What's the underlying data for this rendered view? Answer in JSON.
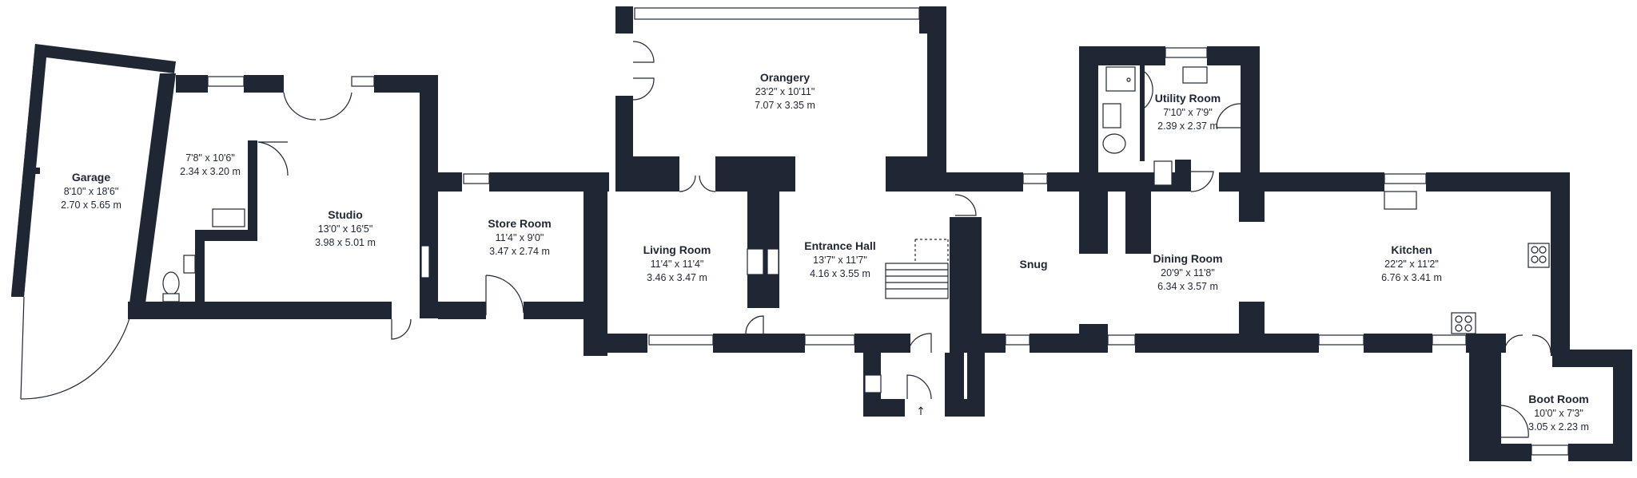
{
  "floorplan": {
    "rooms": {
      "garage": {
        "name": "Garage",
        "imperial": "8'10\" x 18'6\"",
        "metric": "2.70 x 5.65 m"
      },
      "bedroom_small": {
        "name": "",
        "imperial": "7'8\" x 10'6\"",
        "metric": "2.34 x 3.20 m"
      },
      "studio": {
        "name": "Studio",
        "imperial": "13'0\" x 16'5\"",
        "metric": "3.98 x 5.01 m"
      },
      "store_room": {
        "name": "Store Room",
        "imperial": "11'4\" x 9'0\"",
        "metric": "3.47 x 2.74 m"
      },
      "orangery": {
        "name": "Orangery",
        "imperial": "23'2\" x 10'11\"",
        "metric": "7.07 x 3.35 m"
      },
      "living_room": {
        "name": "Living Room",
        "imperial": "11'4\" x 11'4\"",
        "metric": "3.46 x 3.47 m"
      },
      "entrance_hall": {
        "name": "Entrance Hall",
        "imperial": "13'7\" x 11'7\"",
        "metric": "4.16 x 3.55 m"
      },
      "snug": {
        "name": "Snug",
        "imperial": "",
        "metric": ""
      },
      "utility_room": {
        "name": "Utility Room",
        "imperial": "7'10\" x 7'9\"",
        "metric": "2.39 x 2.37 m"
      },
      "dining_room": {
        "name": "Dining Room",
        "imperial": "20'9\" x 11'8\"",
        "metric": "6.34 x 3.57 m"
      },
      "kitchen": {
        "name": "Kitchen",
        "imperial": "22'2\" x 11'2\"",
        "metric": "6.76 x 3.41 m"
      },
      "boot_room": {
        "name": "Boot Room",
        "imperial": "10'0\" x 7'3\"",
        "metric": "3.05 x 2.23 m"
      }
    },
    "colors": {
      "wall": "#1f2634",
      "background": "#ffffff"
    },
    "icons": [
      "entrance-arrow-icon",
      "hob-icon",
      "sink-icon",
      "wc-icon",
      "shower-icon",
      "staircase-icon"
    ]
  }
}
